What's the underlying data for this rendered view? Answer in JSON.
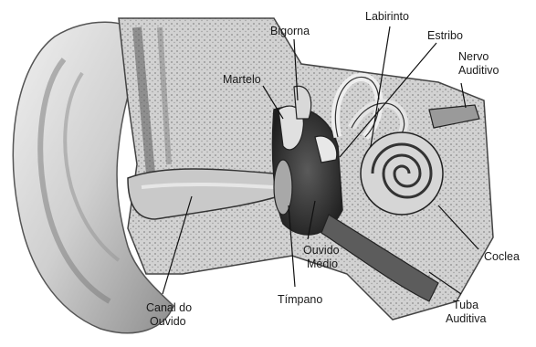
{
  "labels": {
    "labirinto": "Labirinto",
    "bigorna": "Bigorna",
    "estribo": "Estribo",
    "nervo_1": "Nervo",
    "nervo_2": "Auditivo",
    "martelo": "Martelo",
    "coclea": "Coclea",
    "ouvido_1": "Ouvido",
    "ouvido_2": "Médio",
    "timpano": "Tímpano",
    "canal_1": "Canal do",
    "canal_2": "Ouvido",
    "tuba_1": "Tuba",
    "tuba_2": "Auditiva"
  },
  "colors": {
    "skin_light": "#e6e6e6",
    "skin_mid": "#bdbdbd",
    "skin_dark": "#7a7a7a",
    "bone": "#cfcfcf",
    "cavity": "#3a3a3a",
    "line": "#111111"
  }
}
